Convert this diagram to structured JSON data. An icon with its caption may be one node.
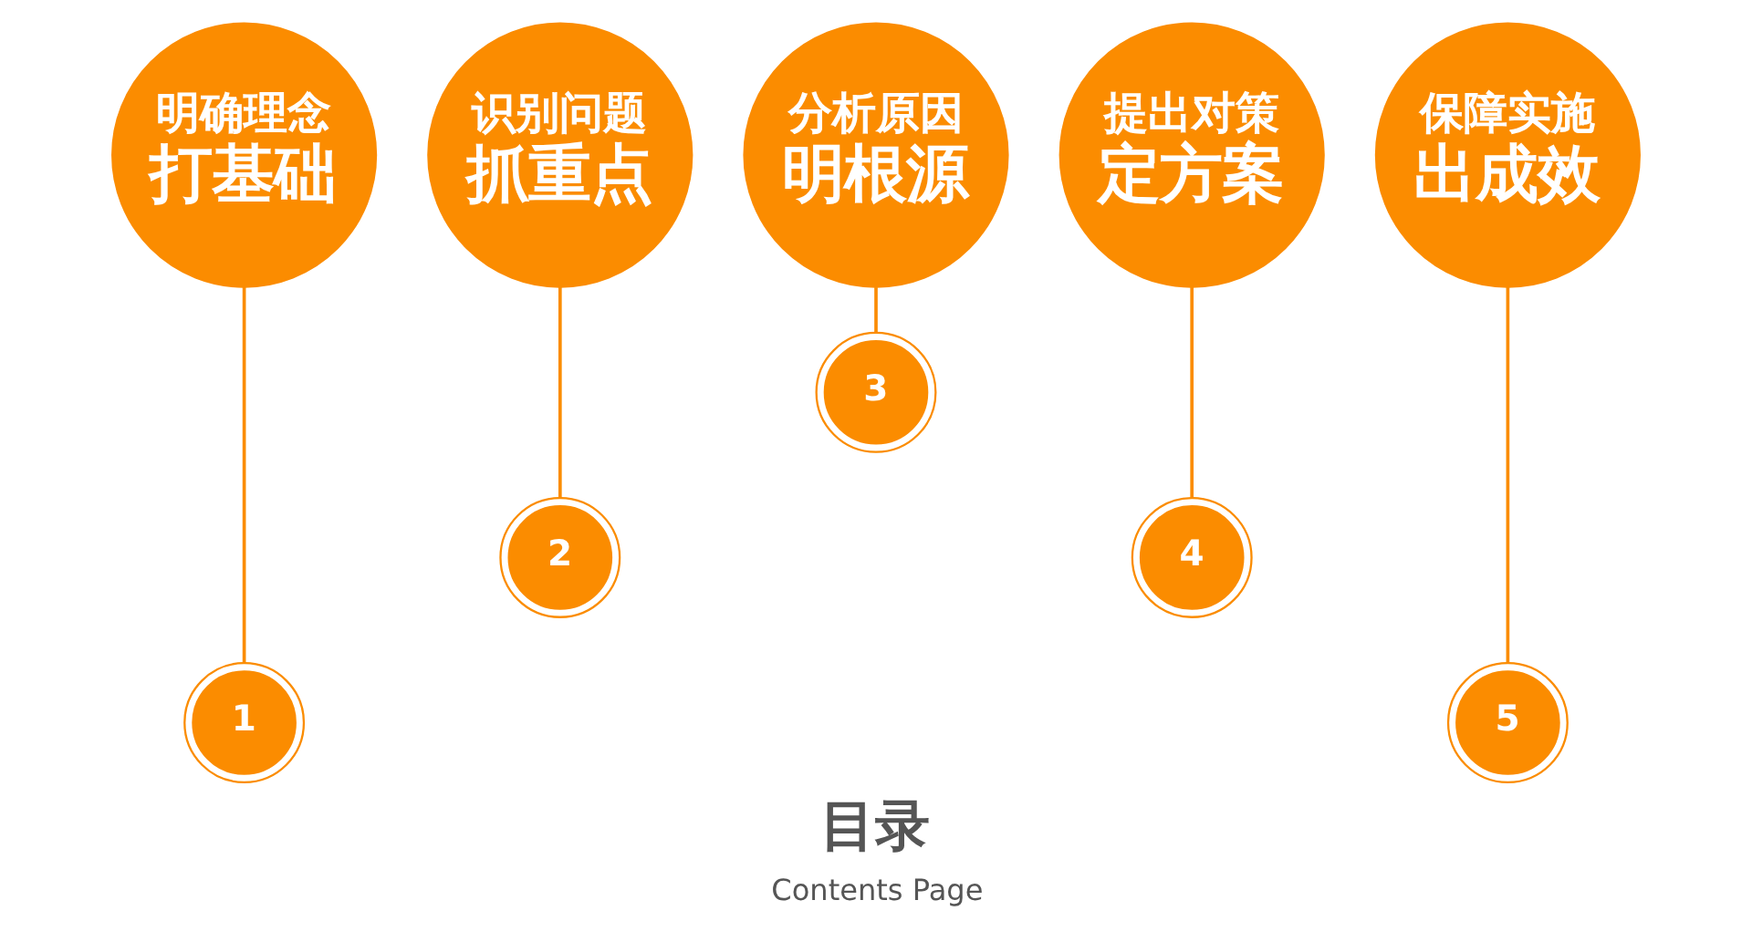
{
  "diagram": {
    "title": "目录",
    "caption": "Contents Page",
    "nodes": [
      {
        "text": [
          "明确理念",
          "打基础"
        ]
      },
      {
        "text": [
          "识别问题",
          "抓重点"
        ]
      },
      {
        "text": [
          "分析原因",
          "明根源"
        ]
      },
      {
        "text": [
          "提出对策",
          "定方案"
        ]
      },
      {
        "text": [
          "保障实施",
          "出成效"
        ]
      },
      {
        "text": [
          "1"
        ]
      },
      {
        "text": [
          "2"
        ]
      },
      {
        "text": [
          "3"
        ]
      },
      {
        "text": [
          "4"
        ]
      },
      {
        "text": [
          "5"
        ]
      }
    ],
    "edges": [
      {
        "from": 0,
        "to": 5,
        "arrow": "none"
      },
      {
        "from": 1,
        "to": 6,
        "arrow": "none"
      },
      {
        "from": 2,
        "to": 7,
        "arrow": "none"
      },
      {
        "from": 3,
        "to": 8,
        "arrow": "none"
      },
      {
        "from": 4,
        "to": 9,
        "arrow": "none"
      }
    ]
  }
}
